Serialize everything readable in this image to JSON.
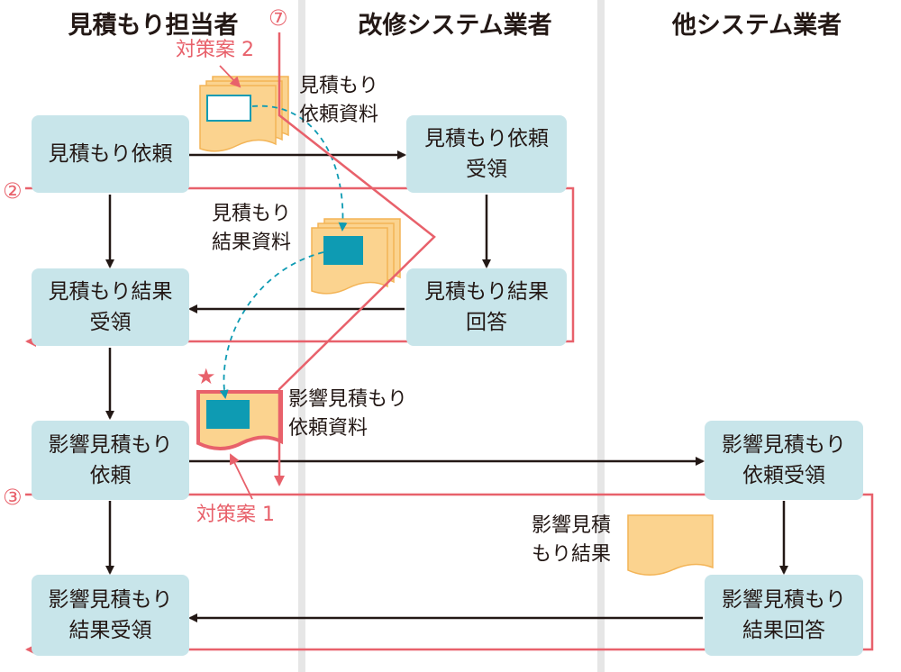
{
  "lanes": [
    "見積もり担当者",
    "改修システム業者",
    "他システム業者"
  ],
  "boxes": {
    "req": "見積もり依頼",
    "req_recv": "見積もり依頼\n受領",
    "res_recv": "見積もり結果\n受領",
    "res_ans": "見積もり結果\n回答",
    "imp_req": "影響見積もり\n依頼",
    "imp_req_recv": "影響見積もり\n依頼受領",
    "imp_res_recv": "影響見積もり\n結果受領",
    "imp_res_ans": "影響見積もり\n結果回答"
  },
  "docs": {
    "req_doc": "見積もり\n依頼資料",
    "res_doc": "見積もり\n結果資料",
    "imp_req_doc": "影響見積もり\n依頼資料",
    "imp_res_doc": "影響見積\nもり結果"
  },
  "marks": {
    "c7": "⑦",
    "c2": "②",
    "c3": "③",
    "plan2": "対策案 2",
    "plan1": "対策案 1",
    "star": "★"
  },
  "colors": {
    "box": "#c8e5ea",
    "doc": "#fbd38f",
    "doc_edge": "#f3b456",
    "accent": "#e8616b",
    "teal": "#0e9bb3"
  }
}
